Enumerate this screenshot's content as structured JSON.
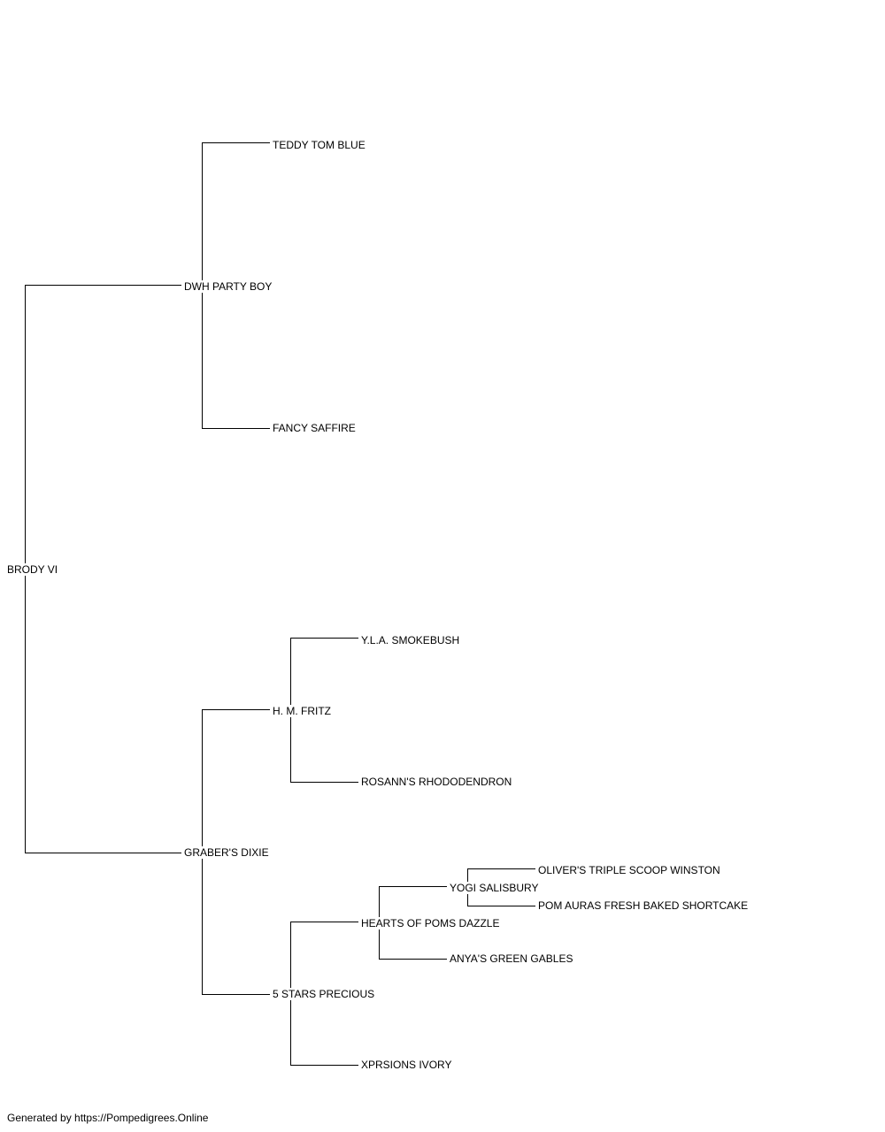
{
  "pedigree": {
    "subject": "BRODY VI",
    "sire": "DWH PARTY BOY",
    "sire_sire": "TEDDY TOM BLUE",
    "sire_dam": "FANCY SAFFIRE",
    "dam": "GRABER'S DIXIE",
    "dam_sire": "H. M. FRITZ",
    "dam_sire_sire": "Y.L.A. SMOKEBUSH",
    "dam_sire_dam": "ROSANN'S RHODODENDRON",
    "dam_dam": "5 STARS PRECIOUS",
    "dam_dam_sire": "HEARTS OF POMS DAZZLE",
    "dam_dam_sire_sire": "YOGI SALISBURY",
    "dam_dam_sire_sire_sire": "OLIVER'S TRIPLE SCOOP WINSTON",
    "dam_dam_sire_sire_dam": "POM AURAS FRESH BAKED SHORTCAKE",
    "dam_dam_sire_dam": "ANYA'S GREEN GABLES",
    "dam_dam_dam": "XPRSIONS IVORY"
  },
  "footer": {
    "text": "Generated by https://Pompedigrees.Online"
  },
  "colors": {
    "line": "#000000",
    "text": "#000000",
    "background": "#ffffff"
  }
}
